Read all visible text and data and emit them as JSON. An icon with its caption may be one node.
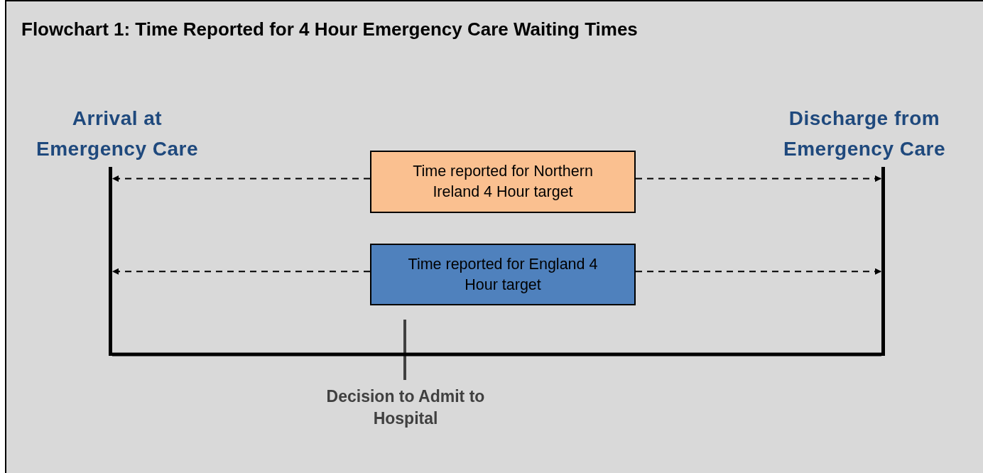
{
  "diagram": {
    "title": "Flowchart 1: Time Reported for 4 Hour Emergency Care Waiting Times",
    "nodes": [
      {
        "text": [],
        "shape": "bar"
      },
      {
        "text": [],
        "shape": "bar"
      },
      {
        "text": [
          "Time reported for Northern Ireland 4 Hour target"
        ]
      },
      {
        "text": [
          "Time reported for England 4 Hour target"
        ]
      }
    ],
    "edges": [
      {
        "from": 2,
        "to": 0,
        "arrow": "to",
        "style": "dashed"
      },
      {
        "from": 2,
        "to": 1,
        "arrow": "to",
        "style": "dashed"
      },
      {
        "from": 3,
        "to": 0,
        "arrow": "to",
        "style": "dashed"
      },
      {
        "from": 3,
        "to": 1,
        "arrow": "to",
        "style": "dashed"
      },
      {
        "from": 0,
        "to": 1,
        "arrow": "none",
        "style": "thick"
      }
    ],
    "labels": [
      "Arrival at Emergency Care",
      "Discharge from Emergency Care",
      "Decision to Admit to Hospital"
    ]
  }
}
